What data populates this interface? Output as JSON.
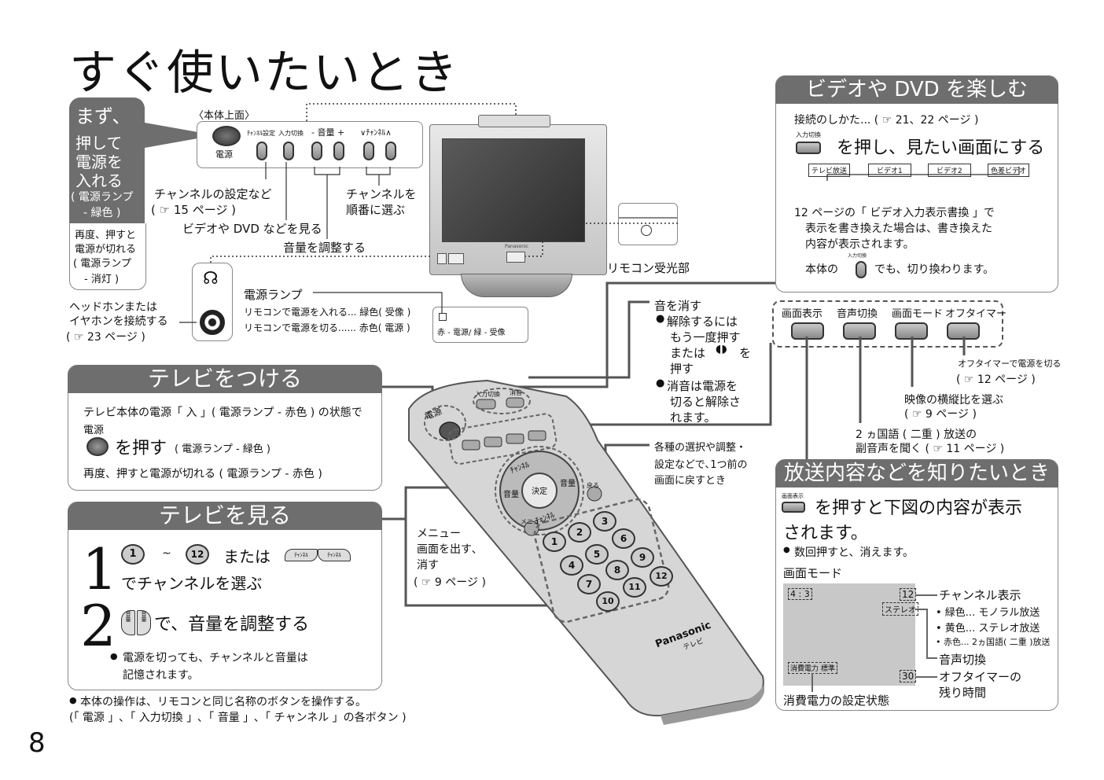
{
  "page_title": "すぐ使いたいとき",
  "page_number": "8",
  "left_callout": {
    "line1": "まず、",
    "line2": "押して",
    "line3": "電源を",
    "line4": "入れる",
    "line5": "( 電源ランプ",
    "line6": "- 緑色 )",
    "sub1": "再度、押すと",
    "sub2": "電源が切れる",
    "sub3": "( 電源ランプ",
    "sub4": "- 消灯 )"
  },
  "top_panel": {
    "label": "〈本体上面〉",
    "power": "電源",
    "ch_setting": "ﾁｬﾝﾈﾙ設定",
    "input_switch": "入力切換",
    "volume": "- 音量 +",
    "channel": "∨ﾁｬﾝﾈﾙ∧"
  },
  "annotations": {
    "ch_setting_1": "チャンネルの設定など",
    "ch_setting_2": "( ☞ 15 ページ )",
    "video_dvd": "ビデオや DVD などを見る",
    "volume_adjust": "音量を調整する",
    "ch_order_1": "チャンネルを",
    "ch_order_2": "順番に選ぶ",
    "remote_sensor": "リモコン受光部",
    "headphone_1": "ヘッドホンまたは",
    "headphone_2": "イヤホンを接続する",
    "headphone_3": "( ☞ 23 ページ )",
    "power_lamp": "電源ランプ",
    "lamp_on": "リモコンで電源を入れる... 緑色( 受像 )",
    "lamp_off": "リモコンで電源を切る...... 赤色( 電源 )",
    "lamp_legend": "赤 - 電源/ 緑 - 受像",
    "mute_title": "音を消す",
    "mute_1": "解除するには",
    "mute_2": "もう一度押す",
    "mute_3": "または",
    "mute_4": "を",
    "mute_5": "押す",
    "mute_6": "消音は電源を",
    "mute_7": "切ると解除さ",
    "mute_8": "れます。",
    "back_1": "各種の選択や調整・",
    "back_2": "設定などで､1つ前の",
    "back_3": "画面に戻すとき",
    "menu_1": "メニュー",
    "menu_2": "画面を出す､",
    "menu_3": "消す",
    "menu_4": "( ☞ 9 ページ )"
  },
  "video_section": {
    "header": "ビデオや DVD を楽しむ",
    "connect": "接続のしかた... ( ☞ 21、22 ページ )",
    "btn_label": "入力切換",
    "press": "を押し、見たい画面にする",
    "flow": [
      "テレビ放送",
      "ビデオ1",
      "ビデオ2",
      "色差ビデオ"
    ],
    "note1": "12 ページの「 ビデオ入力表示書換 」で",
    "note2": "表示を書き換えた場合は、書き換えた",
    "note3": "内容が表示されます。",
    "note4a": "本体の",
    "note4b": "でも、切り換わります。",
    "note4_btn": "入力切換"
  },
  "remote_buttons": {
    "display": "画面表示",
    "audio": "音声切換",
    "mode": "画面モード",
    "off_timer": "オフタイマー",
    "off_timer_desc1": "オフタイマーで電源を切る",
    "off_timer_desc2": "( ☞ 12 ページ )",
    "aspect_1": "映像の横縦比を選ぶ",
    "aspect_2": "( ☞ 9 ページ )",
    "bilingual_1": "2 ヵ国語 ( 二重 ) 放送の",
    "bilingual_2": "副音声を聞く ( ☞ 11 ページ )"
  },
  "tv_on_section": {
    "header": "テレビをつける",
    "text1": "テレビ本体の電源「 入 」( 電源ランプ - 赤色 ) の状態で",
    "btn_label": "電源",
    "press": "を押す",
    "press_note": "( 電源ランプ - 緑色 )",
    "text2": "再度、押すと電源が切れる ( 電源ランプ - 赤色 )"
  },
  "tv_watch_section": {
    "header": "テレビを見る",
    "step1_num": "1",
    "step1_a": "1",
    "step1_tilde": "~",
    "step1_b": "12",
    "step1_or": "または",
    "step1_line2": "でチャンネルを選ぶ",
    "step2_num": "2",
    "step2_text": "で、音量を調整する",
    "note1": "電源を切っても、チャンネルと音量は",
    "note2": "記憶されます。",
    "ch_up": "ﾁｬﾝﾈﾙ",
    "ch_dn": "ﾁｬﾝﾈﾙ",
    "vol_l": "音量",
    "vol_r": "音量"
  },
  "bottom_note": {
    "line1": "本体の操作は、リモコンと同じ名称のボタンを操作する。",
    "line2": "(「 電源 」､「 入力切換 」､「 音量 」､「 チャンネル 」の各ボタン )"
  },
  "info_section": {
    "header": "放送内容などを知りたいとき",
    "btn_label": "画面表示",
    "text1": "を押すと下図の内容が表示",
    "text2": "されます。",
    "note": "数回押すと、消えます。",
    "mode_label": "画面モード",
    "screen_aspect": "4 : 3",
    "screen_ch": "12",
    "screen_stereo": "ステレオ",
    "screen_power": "消費電力  標準",
    "screen_timer": "30",
    "ch_display": "チャンネル表示",
    "green": "• 緑色... モノラル放送",
    "yellow": "• 黄色... ステレオ放送",
    "red": "• 赤色... 2ヵ国語( 二重 )放送",
    "audio_switch": "音声切換",
    "off_timer_1": "オフタイマーの",
    "off_timer_2": "残り時間",
    "power_setting": "消費電力の設定状態"
  },
  "remote": {
    "brand": "Panasonic",
    "tv": "テレビ",
    "power": "電源",
    "input": "入力切換",
    "mute": "消音",
    "ok": "決定",
    "ch": "ﾁｬﾝﾈﾙ",
    "vol": "音量",
    "back": "戻る",
    "menu": "メニュー",
    "nums": [
      "1",
      "2",
      "3",
      "4",
      "5",
      "6",
      "7",
      "8",
      "9",
      "10",
      "11",
      "12"
    ]
  },
  "tv": {
    "brand": "Panasonic"
  }
}
